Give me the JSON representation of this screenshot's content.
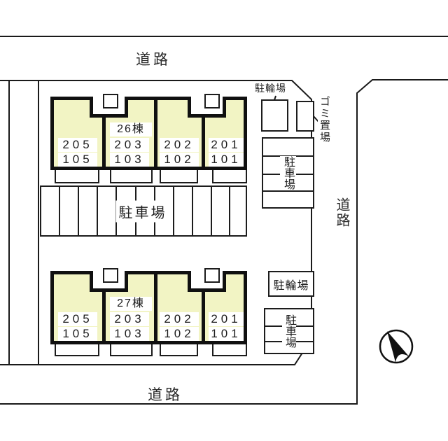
{
  "roads": {
    "top": "道路",
    "right": "道路",
    "bottom": "道路"
  },
  "buildings": [
    {
      "label": "26棟",
      "units": [
        {
          "upper": "205",
          "lower": "105"
        },
        {
          "upper": "203",
          "lower": "103"
        },
        {
          "upper": "202",
          "lower": "102"
        },
        {
          "upper": "201",
          "lower": "101"
        }
      ]
    },
    {
      "label": "27棟",
      "units": [
        {
          "upper": "205",
          "lower": "105"
        },
        {
          "upper": "203",
          "lower": "103"
        },
        {
          "upper": "202",
          "lower": "102"
        },
        {
          "upper": "201",
          "lower": "101"
        }
      ]
    }
  ],
  "parking_lot": {
    "label": "駐車場",
    "stalls": 11
  },
  "upper_right": {
    "bicycle_label": "駐輪場",
    "garbage_label": "ゴミ置場",
    "parking_label": "駐車場",
    "parking_rows": 4
  },
  "lower_right": {
    "bicycle_label": "駐輪場",
    "parking_label": "駐車場",
    "parking_rows": 3
  },
  "compass": {
    "icon": "north-arrow"
  },
  "colors": {
    "building_fill": "#F2F4C4",
    "line": "#1A1A1A"
  }
}
